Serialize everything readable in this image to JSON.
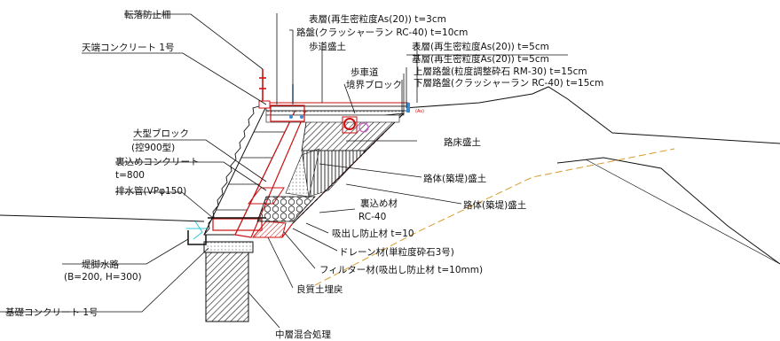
{
  "labels": {
    "fall_fence": "転落防止柵",
    "top_concrete": "天端コンクリート 1号",
    "sidewalk_fill": "歩道盛土",
    "sw_surface": "表層(再生密粒度As(20)) t=3cm",
    "sw_base": "路盤(クラッシャーラン RC-40) t=10cm",
    "rd_surface": "表層(再生密粒度As(20)) t=5cm",
    "rd_binder": "基層(再生密粒度As(20)) t=5cm",
    "rd_upper_base": "上層路盤(粒度調整砕石 RM-30) t=15cm",
    "rd_lower_base": "下層路盤(クラッシャーラン RC-40) t=15cm",
    "curb_1": "歩車道",
    "curb_2": "境界ブロック",
    "as_mark": "(As)",
    "subgrade_fill": "路床盛土",
    "large_block_1": "大型ブロック",
    "large_block_2": "(控900型)",
    "backfill_concrete_1": "裏込めコンクリート",
    "backfill_concrete_2": "t=800",
    "drain_pipe": "排水管(VPφ150)",
    "embankment_1": "路体(築堤)盛土",
    "embankment_2": "路体(築堤)盛土",
    "backfill_material_1": "裏込め材",
    "backfill_material_2": "RC-40",
    "suction_prevent": "吸出し防止材 t=10",
    "drain_material": "ドレーン材(単粒度砕石3号)",
    "filter_material": "フィルター材(吸出し防止材 t=10mm)",
    "good_soil": "良質土埋戻",
    "toe_channel_1": "堤脚水路",
    "toe_channel_2": "(B=200, H=300)",
    "foundation_concrete": "基礎コンクリート 1号",
    "mid_layer_mix": "中層混合処理"
  },
  "colors": {
    "red": "#cc1111",
    "black": "#111111",
    "orange_dash": "#d99a2b",
    "cyan": "#33c7d8",
    "magenta": "#cc44cc"
  }
}
